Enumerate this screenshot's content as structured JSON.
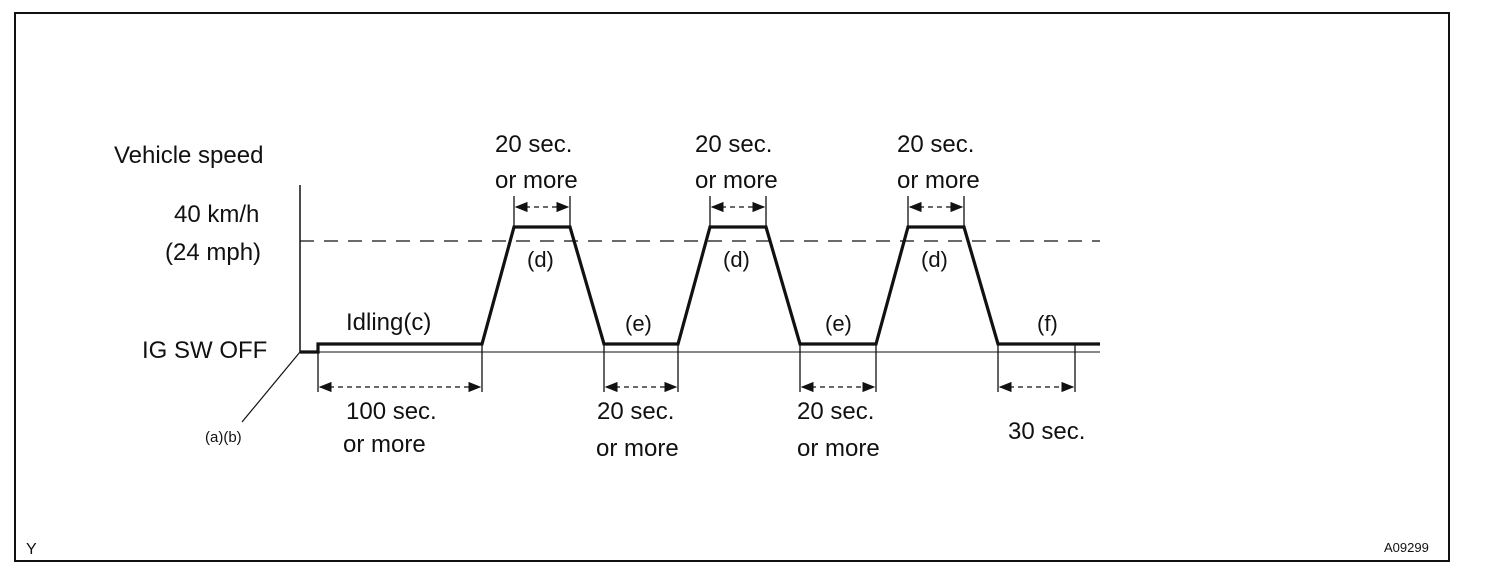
{
  "labels": {
    "vehicle_speed": "Vehicle speed",
    "speed_value": "40 km/h",
    "speed_value_mph": "(24 mph)",
    "ig_sw_off": "IG SW OFF",
    "ab": "(a)(b)",
    "idling": "Idling(c)",
    "d": "(d)",
    "e": "(e)",
    "f": "(f)",
    "sec20": "20 sec.",
    "or_more": "or more",
    "sec100": "100 sec.",
    "sec30": "30 sec.",
    "corner_left": "Y",
    "corner_right": "A09299"
  },
  "colors": {
    "ink": "#111111",
    "background": "#ffffff"
  }
}
